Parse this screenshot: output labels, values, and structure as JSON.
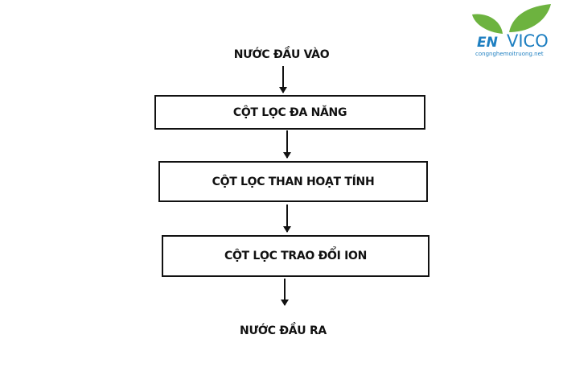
{
  "logo": {
    "name": "ENVICO",
    "site": "congnghemoitruong.net"
  },
  "input_label": "NƯỚC ĐẦU VÀO",
  "steps": [
    {
      "label": "CỘT LỌC ĐA NĂNG"
    },
    {
      "label": "CỘT LỌC THAN HOẠT TÍNH"
    },
    {
      "label": "CỘT LỌC TRAO ĐỔI ION"
    }
  ],
  "output_label": "NƯỚC ĐẦU RA",
  "colors": {
    "leaf": "#6db33f",
    "logo_blue": "#1e7fc1"
  }
}
